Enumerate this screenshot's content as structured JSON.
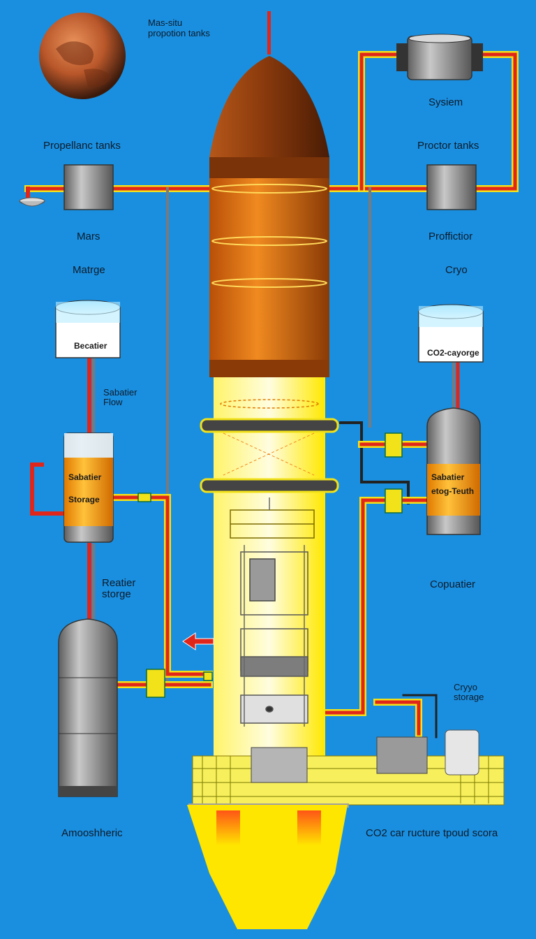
{
  "labels": {
    "top_title_line1": "Mas-situ",
    "top_title_line2": "propotion tanks",
    "system": "Sysiem",
    "propellant_tanks_left": "Propellanc tanks",
    "proctor_tanks_right": "Proctor tanks",
    "mars": "Mars",
    "proffictior": "Proffictior",
    "marge": "Matrge",
    "cryo_right": "Cryo",
    "becatier": "Becatier",
    "co2_storage_right": "CO2-cayorge",
    "sabatier_flow_line1": "Sabatier",
    "sabatier_flow_line2": "Flow",
    "sabatier_storage_line1": "Sabatier",
    "sabatier_storage_line2": "Storage",
    "sabatier_right_line1": "Sabatier",
    "sabatier_right_line2": "etog-Teuth",
    "reatier_line1": "Reatier",
    "reatier_line2": "storge",
    "copuatier": "Copuatier",
    "cryo_storage_line1": "Cryyo",
    "cryo_storage_line2": "storage",
    "atmospheric": "Amooshheric",
    "co2_capture": "CO2 car ructure tpoud scora"
  },
  "colors": {
    "background": "#1a8fe0",
    "pipe_red": "#e0261b",
    "pipe_yellow": "#f2e21a",
    "rocket_nose": "#8a3a0c",
    "rocket_body": "#d9680f",
    "plume_yellow": "#fff200",
    "tank_gray": "#8f8f8f",
    "tank_orange": "#f39a12"
  },
  "icons": {
    "planet": "mars-planet-icon",
    "arrow": "left-arrow-icon"
  }
}
